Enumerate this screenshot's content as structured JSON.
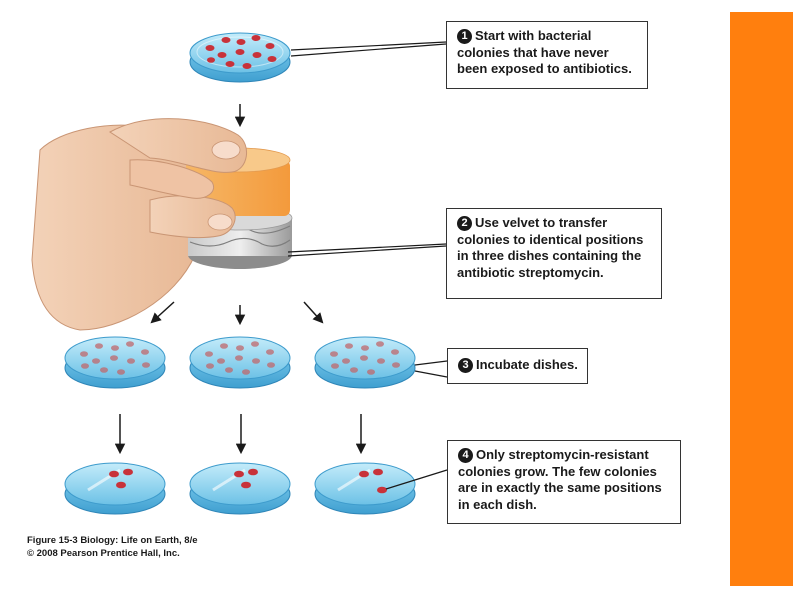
{
  "steps": [
    {
      "num": "1",
      "text": "Start with bacterial colonies that have never been exposed to antibiotics."
    },
    {
      "num": "2",
      "text": "Use velvet to transfer colonies to identical positions in three dishes containing the antibiotic streptomycin."
    },
    {
      "num": "3",
      "text": "Incubate dishes."
    },
    {
      "num": "4",
      "text": "Only streptomycin-resistant colonies grow. The few colonies are in exactly the same positions in each dish."
    }
  ],
  "credit": {
    "line1": "Figure 15-3 Biology: Life on Earth, 8/e",
    "line2": "© 2008 Pearson Prentice Hall, Inc."
  },
  "colors": {
    "accent_bar": "#ff7f0e",
    "agar": "#8fd3ee",
    "dish_rim": "#5bb8e2",
    "colony": "#c8323a"
  }
}
